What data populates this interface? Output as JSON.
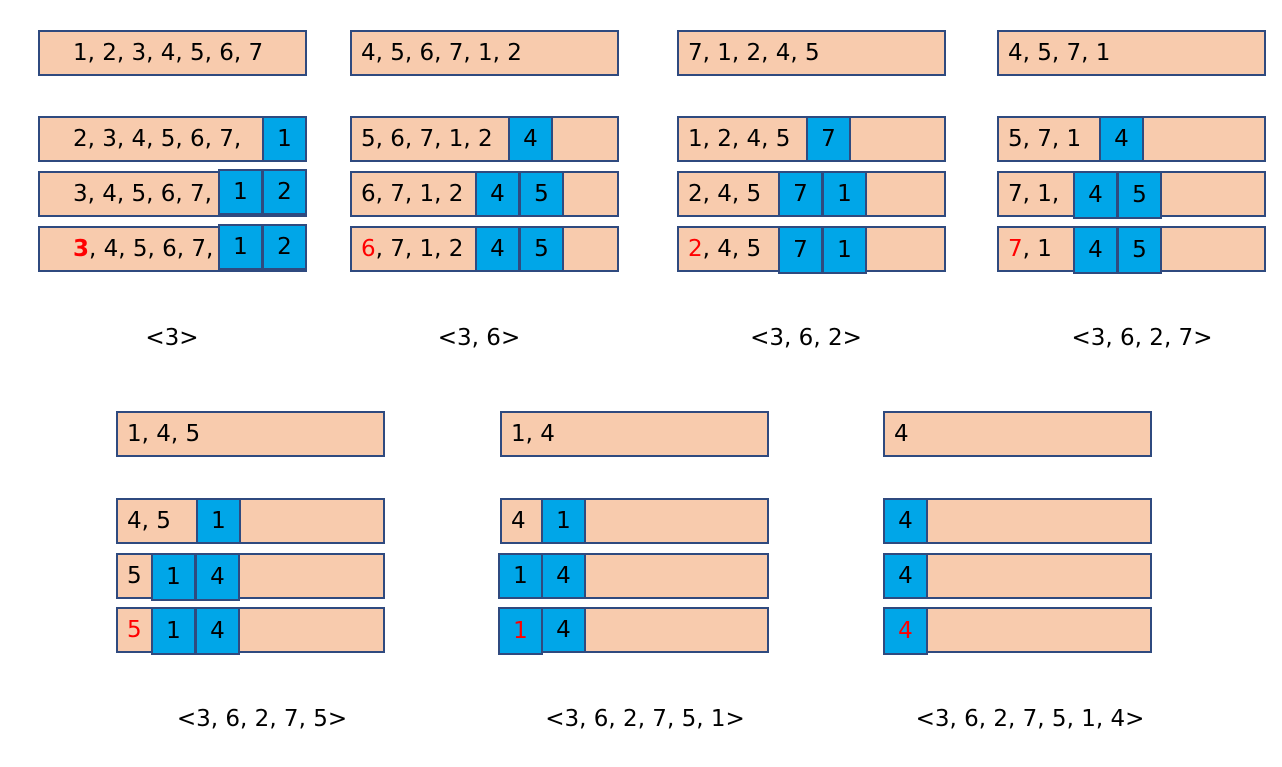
{
  "colors": {
    "bar_fill": "#F8CBAD",
    "border": "#2F4A7F",
    "block_fill": "#00A6E8",
    "highlight": "#FF0000"
  },
  "steps": [
    {
      "queue": "1, 2, 3, 4, 5, 6, 7",
      "rows": [
        {
          "pre": "",
          "rest": "2, 3, 4, 5, 6, 7,",
          "blocks": [
            "1"
          ]
        },
        {
          "pre": "",
          "rest": "3, 4, 5, 6, 7,",
          "blocks": [
            "1",
            "2"
          ]
        },
        {
          "pre": "3",
          "rest": ", 4, 5, 6, 7,",
          "blocks": [
            "1",
            "2"
          ]
        }
      ],
      "result": "<3>"
    },
    {
      "queue": "4, 5, 6, 7, 1, 2",
      "rows": [
        {
          "pre": "",
          "rest": "5, 6, 7, 1, 2",
          "blocks": [
            "4"
          ]
        },
        {
          "pre": "",
          "rest": "6, 7, 1, 2",
          "blocks": [
            "4",
            "5"
          ]
        },
        {
          "pre": "6",
          "rest": ", 7, 1, 2",
          "blocks": [
            "4",
            "5"
          ]
        }
      ],
      "result": "<3, 6>"
    },
    {
      "queue": "7, 1, 2, 4, 5",
      "rows": [
        {
          "pre": "",
          "rest": "1, 2, 4, 5",
          "blocks": [
            "7"
          ]
        },
        {
          "pre": "",
          "rest": "2, 4, 5",
          "blocks": [
            "7",
            "1"
          ]
        },
        {
          "pre": "2",
          "rest": ", 4, 5",
          "blocks": [
            "7",
            "1"
          ]
        }
      ],
      "result": "<3, 6, 2>"
    },
    {
      "queue": "4, 5, 7, 1",
      "rows": [
        {
          "pre": "",
          "rest": "5, 7, 1",
          "blocks": [
            "4"
          ]
        },
        {
          "pre": "",
          "rest": "7, 1,",
          "blocks": [
            "4",
            "5"
          ]
        },
        {
          "pre": "7",
          "rest": ", 1",
          "blocks": [
            "4",
            "5"
          ]
        }
      ],
      "result": "<3, 6, 2, 7>"
    },
    {
      "queue": "1, 4, 5",
      "rows": [
        {
          "pre": "",
          "rest": "4, 5",
          "blocks": [
            "1"
          ]
        },
        {
          "pre": "",
          "rest": "5",
          "blocks": [
            "1",
            "4"
          ]
        },
        {
          "pre": "5",
          "rest": "",
          "blocks": [
            "1",
            "4"
          ]
        }
      ],
      "result": "<3, 6, 2, 7, 5>"
    },
    {
      "queue": "1, 4",
      "rows": [
        {
          "pre": "",
          "rest": "4",
          "blocks": [
            "1"
          ]
        },
        {
          "pre": "",
          "rest": "",
          "blocks": [
            "1",
            "4"
          ]
        },
        {
          "pre": "",
          "rest": "",
          "blocks": [
            "1",
            "4"
          ],
          "red_block": 0
        }
      ],
      "result": "<3, 6, 2, 7, 5, 1>"
    },
    {
      "queue": "4",
      "rows": [
        {
          "pre": "",
          "rest": "",
          "blocks": [
            "4"
          ]
        },
        {
          "pre": "",
          "rest": "",
          "blocks": [
            "4"
          ]
        },
        {
          "pre": "",
          "rest": "",
          "blocks": [
            "4"
          ],
          "red_block": 0
        }
      ],
      "result": "<3, 6, 2, 7, 5, 1, 4>"
    }
  ]
}
